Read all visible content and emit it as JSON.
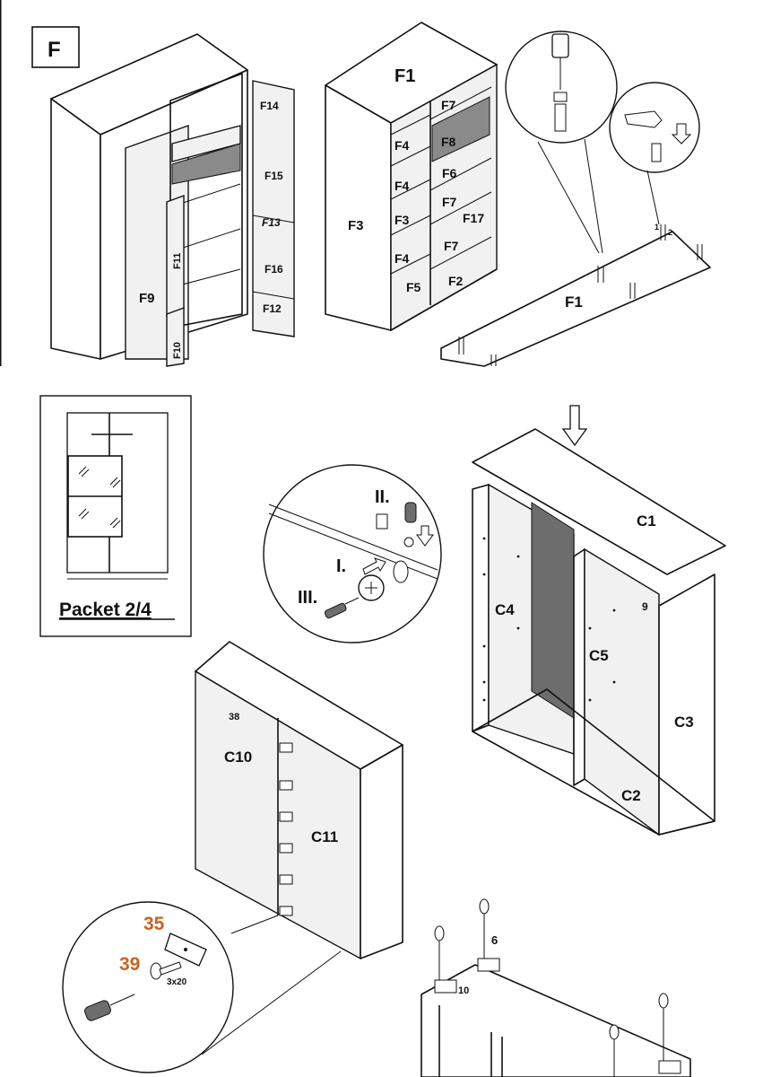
{
  "step": {
    "label": "F"
  },
  "top_left": {
    "f9": "F9",
    "f14": "F14",
    "f15": "F15",
    "f13": "F13",
    "f16": "F16",
    "f12": "F12",
    "f11": "F11",
    "f10": "F10"
  },
  "top_middle": {
    "f1": "F1",
    "f7a": "F7",
    "f8": "F8",
    "f4a": "F4",
    "f6": "F6",
    "f4b": "F4",
    "f7b": "F7",
    "f17": "F17",
    "f3": "F3",
    "f3b": "F3",
    "f7c": "F7",
    "f4c": "F4",
    "f5": "F5",
    "f2": "F2"
  },
  "top_right": {
    "f1": "F1",
    "n1": "1",
    "n2": "2"
  },
  "packet": {
    "label": "Packet 2/4"
  },
  "detail_middle": {
    "step1": "I.",
    "step2": "II.",
    "step3": "III."
  },
  "carcass": {
    "c1": "C1",
    "c2": "C2",
    "c3": "C3",
    "c4": "C4",
    "c5": "C5",
    "n9": "9"
  },
  "doors": {
    "c10": "C10",
    "c11": "C11",
    "n38": "38"
  },
  "hardware": {
    "p35": "35",
    "p39": "39",
    "screw_size": "3x20"
  },
  "feet": {
    "n6": "6",
    "n10": "10"
  },
  "colors": {
    "accent_orange": "#c8641e",
    "shade_grey": "#8a8a8a"
  }
}
